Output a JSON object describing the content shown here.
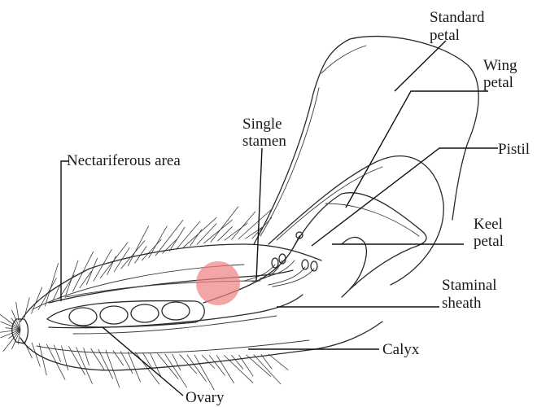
{
  "labels": {
    "standard_petal": [
      "Standard",
      "petal"
    ],
    "wing_petal": [
      "Wing",
      "petal"
    ],
    "pistil": "Pistil",
    "keel_petal": [
      "Keel",
      "petal"
    ],
    "staminal_sheath": [
      "Staminal",
      "sheath"
    ],
    "calyx": "Calyx",
    "ovary": "Ovary",
    "nectariferous_area": "Nectariferous area",
    "single_stamen": [
      "Single",
      "stamen"
    ]
  },
  "colors": {
    "highlight": "#f08080",
    "ink": "#2a2a2a",
    "background": "#ffffff"
  }
}
